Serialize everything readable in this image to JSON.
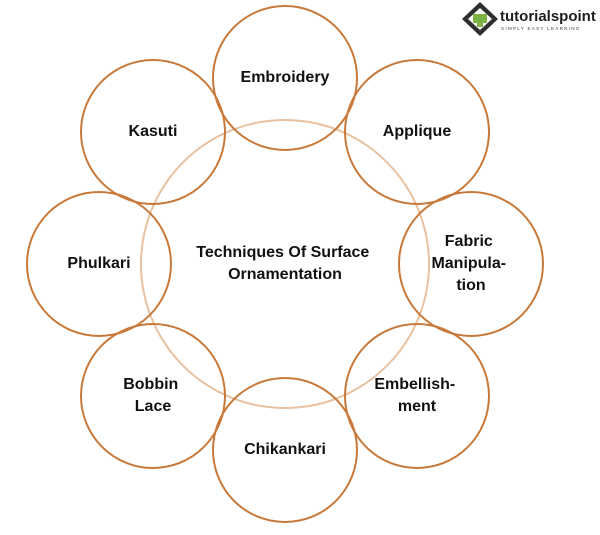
{
  "diagram": {
    "center": {
      "lines": [
        "Techniques Of Surface",
        "Ornamentation"
      ]
    },
    "nodes": [
      {
        "id": "embroidery",
        "lines": [
          "Embroidery"
        ]
      },
      {
        "id": "applique",
        "lines": [
          "Applique"
        ]
      },
      {
        "id": "fabric-manipulation",
        "lines": [
          "Fabric",
          "Manipula-",
          "tion"
        ]
      },
      {
        "id": "embellishment",
        "lines": [
          "Embellish-",
          "ment"
        ]
      },
      {
        "id": "chikankari",
        "lines": [
          "Chikankari"
        ]
      },
      {
        "id": "bobbin-lace",
        "lines": [
          "Bobbin",
          "Lace"
        ]
      },
      {
        "id": "phulkari",
        "lines": [
          "Phulkari"
        ]
      },
      {
        "id": "kasuti",
        "lines": [
          "Kasuti"
        ]
      }
    ]
  },
  "logo": {
    "name": "tutorialspoint",
    "tagline": "SIMPLY EASY LEARNING",
    "icon": "tutorialspoint-logo-icon"
  },
  "colors": {
    "node_stroke": "#c8793a",
    "center_stroke": "#e8c1a0",
    "text": "#111111"
  }
}
